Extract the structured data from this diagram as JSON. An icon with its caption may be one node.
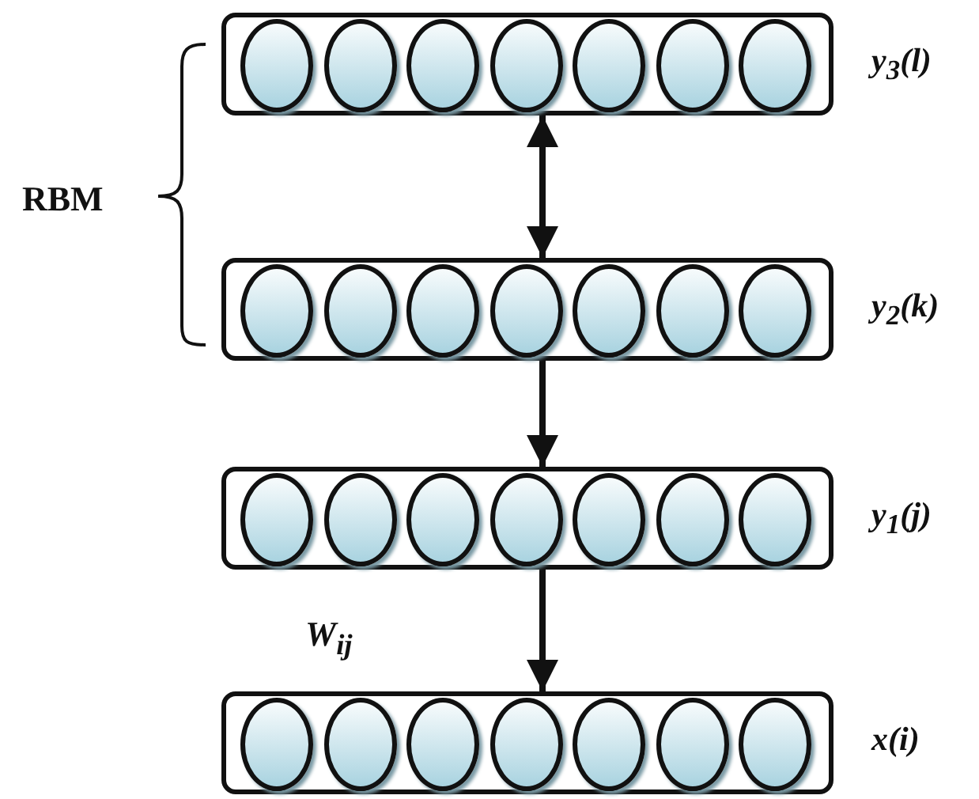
{
  "diagram": {
    "nodes": [
      {
        "text": [],
        "shape": "bar",
        "beside": [
          "y$_{3}$(l)"
        ]
      },
      {
        "text": [],
        "shape": "circle",
        "in": 0
      },
      {
        "text": [],
        "shape": "circle",
        "in": 0
      },
      {
        "text": [],
        "shape": "circle",
        "in": 0
      },
      {
        "text": [],
        "shape": "circle",
        "in": 0
      },
      {
        "text": [],
        "shape": "circle",
        "in": 0
      },
      {
        "text": [],
        "shape": "circle",
        "in": 0
      },
      {
        "text": [],
        "shape": "circle",
        "in": 0
      },
      {
        "text": [],
        "shape": "bar",
        "beside": [
          "y$_{2}$(k)"
        ]
      },
      {
        "text": [],
        "shape": "circle",
        "in": 8
      },
      {
        "text": [],
        "shape": "circle",
        "in": 8
      },
      {
        "text": [],
        "shape": "circle",
        "in": 8
      },
      {
        "text": [],
        "shape": "circle",
        "in": 8
      },
      {
        "text": [],
        "shape": "circle",
        "in": 8
      },
      {
        "text": [],
        "shape": "circle",
        "in": 8
      },
      {
        "text": [],
        "shape": "circle",
        "in": 8
      },
      {
        "text": [],
        "shape": "bar",
        "beside": [
          "y$_{1}$(j)"
        ]
      },
      {
        "text": [],
        "shape": "circle",
        "in": 16
      },
      {
        "text": [],
        "shape": "circle",
        "in": 16
      },
      {
        "text": [],
        "shape": "circle",
        "in": 16
      },
      {
        "text": [],
        "shape": "circle",
        "in": 16
      },
      {
        "text": [],
        "shape": "circle",
        "in": 16
      },
      {
        "text": [],
        "shape": "circle",
        "in": 16
      },
      {
        "text": [],
        "shape": "circle",
        "in": 16
      },
      {
        "text": [],
        "shape": "bar",
        "beside": [
          "x(i)"
        ]
      },
      {
        "text": [],
        "shape": "circle",
        "in": 24
      },
      {
        "text": [],
        "shape": "circle",
        "in": 24
      },
      {
        "text": [],
        "shape": "circle",
        "in": 24
      },
      {
        "text": [],
        "shape": "circle",
        "in": 24
      },
      {
        "text": [],
        "shape": "circle",
        "in": 24
      },
      {
        "text": [],
        "shape": "circle",
        "in": 24
      },
      {
        "text": [],
        "shape": "circle",
        "in": 24
      }
    ],
    "edges": [
      {
        "from": 0,
        "to": 8,
        "arrow": "both"
      },
      {
        "from": 8,
        "to": 16,
        "arrow": "to"
      },
      {
        "from": 16,
        "to": 24,
        "arrow": "to"
      }
    ],
    "labels": [
      "RBM",
      "W$_{ij}$"
    ]
  }
}
